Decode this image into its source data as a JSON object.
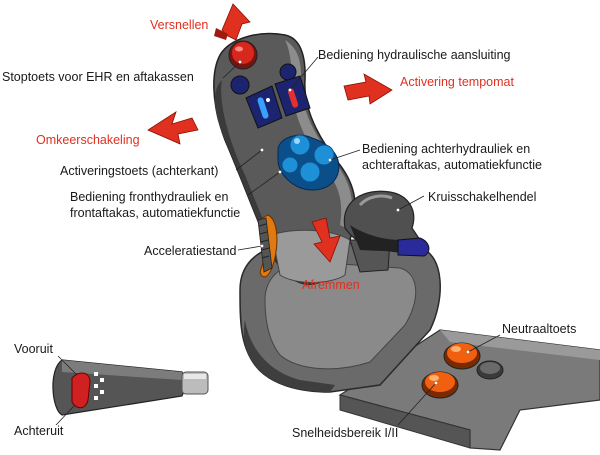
{
  "labels": {
    "versnellen": "Versnellen",
    "stoptoets": "Stoptoets voor EHR en aftakassen",
    "hydraulisch": "Bediening hydraulische aansluiting",
    "tempomaat": "Activering tempomat",
    "omkeer": "Omkeerschakeling",
    "achterhydr_1": "Bediening achterhydrauliek en",
    "achterhydr_2": "achteraftakas, automatiekfunctie",
    "activering_achter": "Activeringstoets (achterkant)",
    "fronthydr_1": "Bediening fronthydrauliek en",
    "fronthydr_2": "frontaftakas, automatiekfunctie",
    "kruis": "Kruisschakelhendel",
    "acceleratie": "Acceleratiestand",
    "afremmen": "Afremmen",
    "neutraal": "Neutraaltoets",
    "vooruit": "Vooruit",
    "achteruit": "Achteruit",
    "snelheid": "Snelheidsbereik I/II"
  },
  "colors": {
    "arrow_red": "#e03020",
    "body_dark": "#4a4a4a",
    "body_mid": "#6c6c6c",
    "body_light": "#a8a8a8",
    "button_blue": "#1e90d8",
    "panel_navy": "#1c2470",
    "button_orange": "#f06010"
  }
}
